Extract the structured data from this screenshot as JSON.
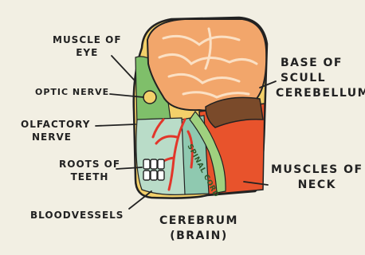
{
  "labels": {
    "muscle_of_eye_1": "MUSCLE OF",
    "muscle_of_eye_2": "EYE",
    "optic_nerve": "OPTIC NERVE",
    "olfactory_1": "OLFACTORY",
    "olfactory_2": "NERVE",
    "roots_1": "ROOTS OF",
    "roots_2": "TEETH",
    "bloodvessels": "BLOODVESSELS",
    "base_of_scull_1": "BASE OF",
    "base_of_scull_2": "SCULL",
    "cerebellum": "CEREBELLUM",
    "muscles_of_neck_1": "MUSCLES OF",
    "muscles_of_neck_2": "NECK",
    "cerebrum_1": "CEREBRUM",
    "cerebrum_2": "(BRAIN)",
    "spinal_cord": "SPINAL CORD"
  },
  "colors": {
    "brain": "#f2a66b",
    "brain_folds": "#fbe0c4",
    "cerebellum": "#7a4a2a",
    "skull": "#f3d06a",
    "neck_muscle": "#e8532c",
    "green": "#7fbf6a",
    "teal": "#8fc9b0",
    "vessel": "#e2362a",
    "ink": "#222222"
  }
}
